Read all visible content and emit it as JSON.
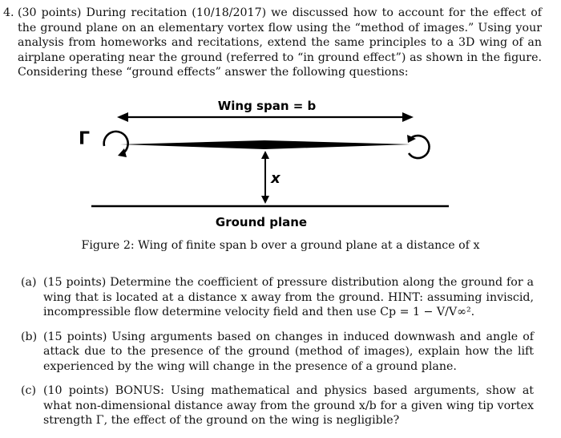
{
  "problem": {
    "number": "4.",
    "text": "(30 points) During recitation (10/18/2017) we discussed how to account for the effect of the ground plane on an elementary vortex flow using the “method of images.” Using your analysis from homeworks and recitations, extend the same principles to a 3D wing of an airplane operating near the ground (referred to “in ground effect”) as shown in the figure. Considering these “ground effects” answer the following questions:"
  },
  "figure": {
    "span_label": "Wing span = b",
    "gamma_label": "Γ",
    "height_label": "x",
    "ground_label": "Ground plane",
    "caption": "Figure 2: Wing of finite span b over a ground plane at a distance of x"
  },
  "parts": [
    {
      "label": "(a)",
      "text": "(15 points) Determine the coefficient of pressure distribution along the ground for a wing that is located at a distance x away from the ground. HINT: assuming inviscid, incompressible flow determine velocity field and then use Cp = 1 − V/V∞²."
    },
    {
      "label": "(b)",
      "text": "(15 points) Using arguments based on changes in induced downwash and angle of attack due to the presence of the ground (method of images), explain how the lift experienced by the wing will change in the presence of a ground plane."
    },
    {
      "label": "(c)",
      "text": "(10 points) BONUS: Using mathematical and physics based arguments, show at what non-dimensional distance away from the ground x/b for a given wing tip vortex strength Γ, the effect of the ground on the wing is negligible?"
    }
  ]
}
